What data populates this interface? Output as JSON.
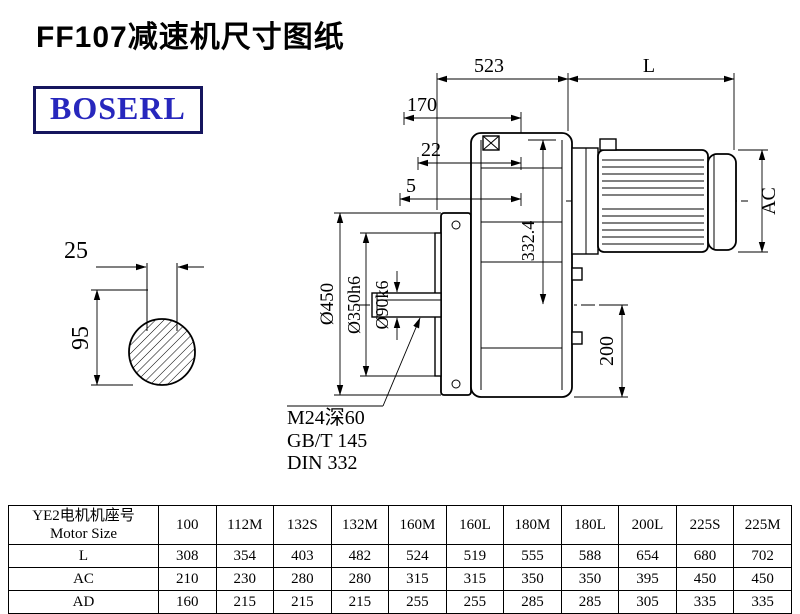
{
  "page": {
    "title": "FF107减速机尺寸图纸",
    "brand": "BOSERL"
  },
  "drawing": {
    "dims": {
      "top_width": "523",
      "motor_length": "L",
      "d170": "170",
      "d22": "22",
      "d5": "5",
      "flange_od": "Ø450",
      "spigot": "Ø350h6",
      "shaft_dia": "Ø90k6",
      "center_height": "332.4",
      "d200": "200",
      "motor_width": "AC",
      "key_width": "25",
      "shaft_height": "95"
    },
    "notes": [
      "M24深60",
      "GB/T 145",
      "DIN 332"
    ]
  },
  "table": {
    "header": {
      "line1": "YE2电机机座号",
      "line2": "Motor Size"
    },
    "columns": [
      "100",
      "112M",
      "132S",
      "132M",
      "160M",
      "160L",
      "180M",
      "180L",
      "200L",
      "225S",
      "225M"
    ],
    "rows": [
      {
        "label": "L",
        "values": [
          308,
          354,
          403,
          482,
          524,
          519,
          555,
          588,
          654,
          680,
          702
        ]
      },
      {
        "label": "AC",
        "values": [
          210,
          230,
          280,
          280,
          315,
          315,
          350,
          350,
          395,
          450,
          450
        ]
      },
      {
        "label": "AD",
        "values": [
          160,
          215,
          215,
          215,
          255,
          255,
          285,
          285,
          305,
          335,
          335
        ]
      }
    ]
  }
}
